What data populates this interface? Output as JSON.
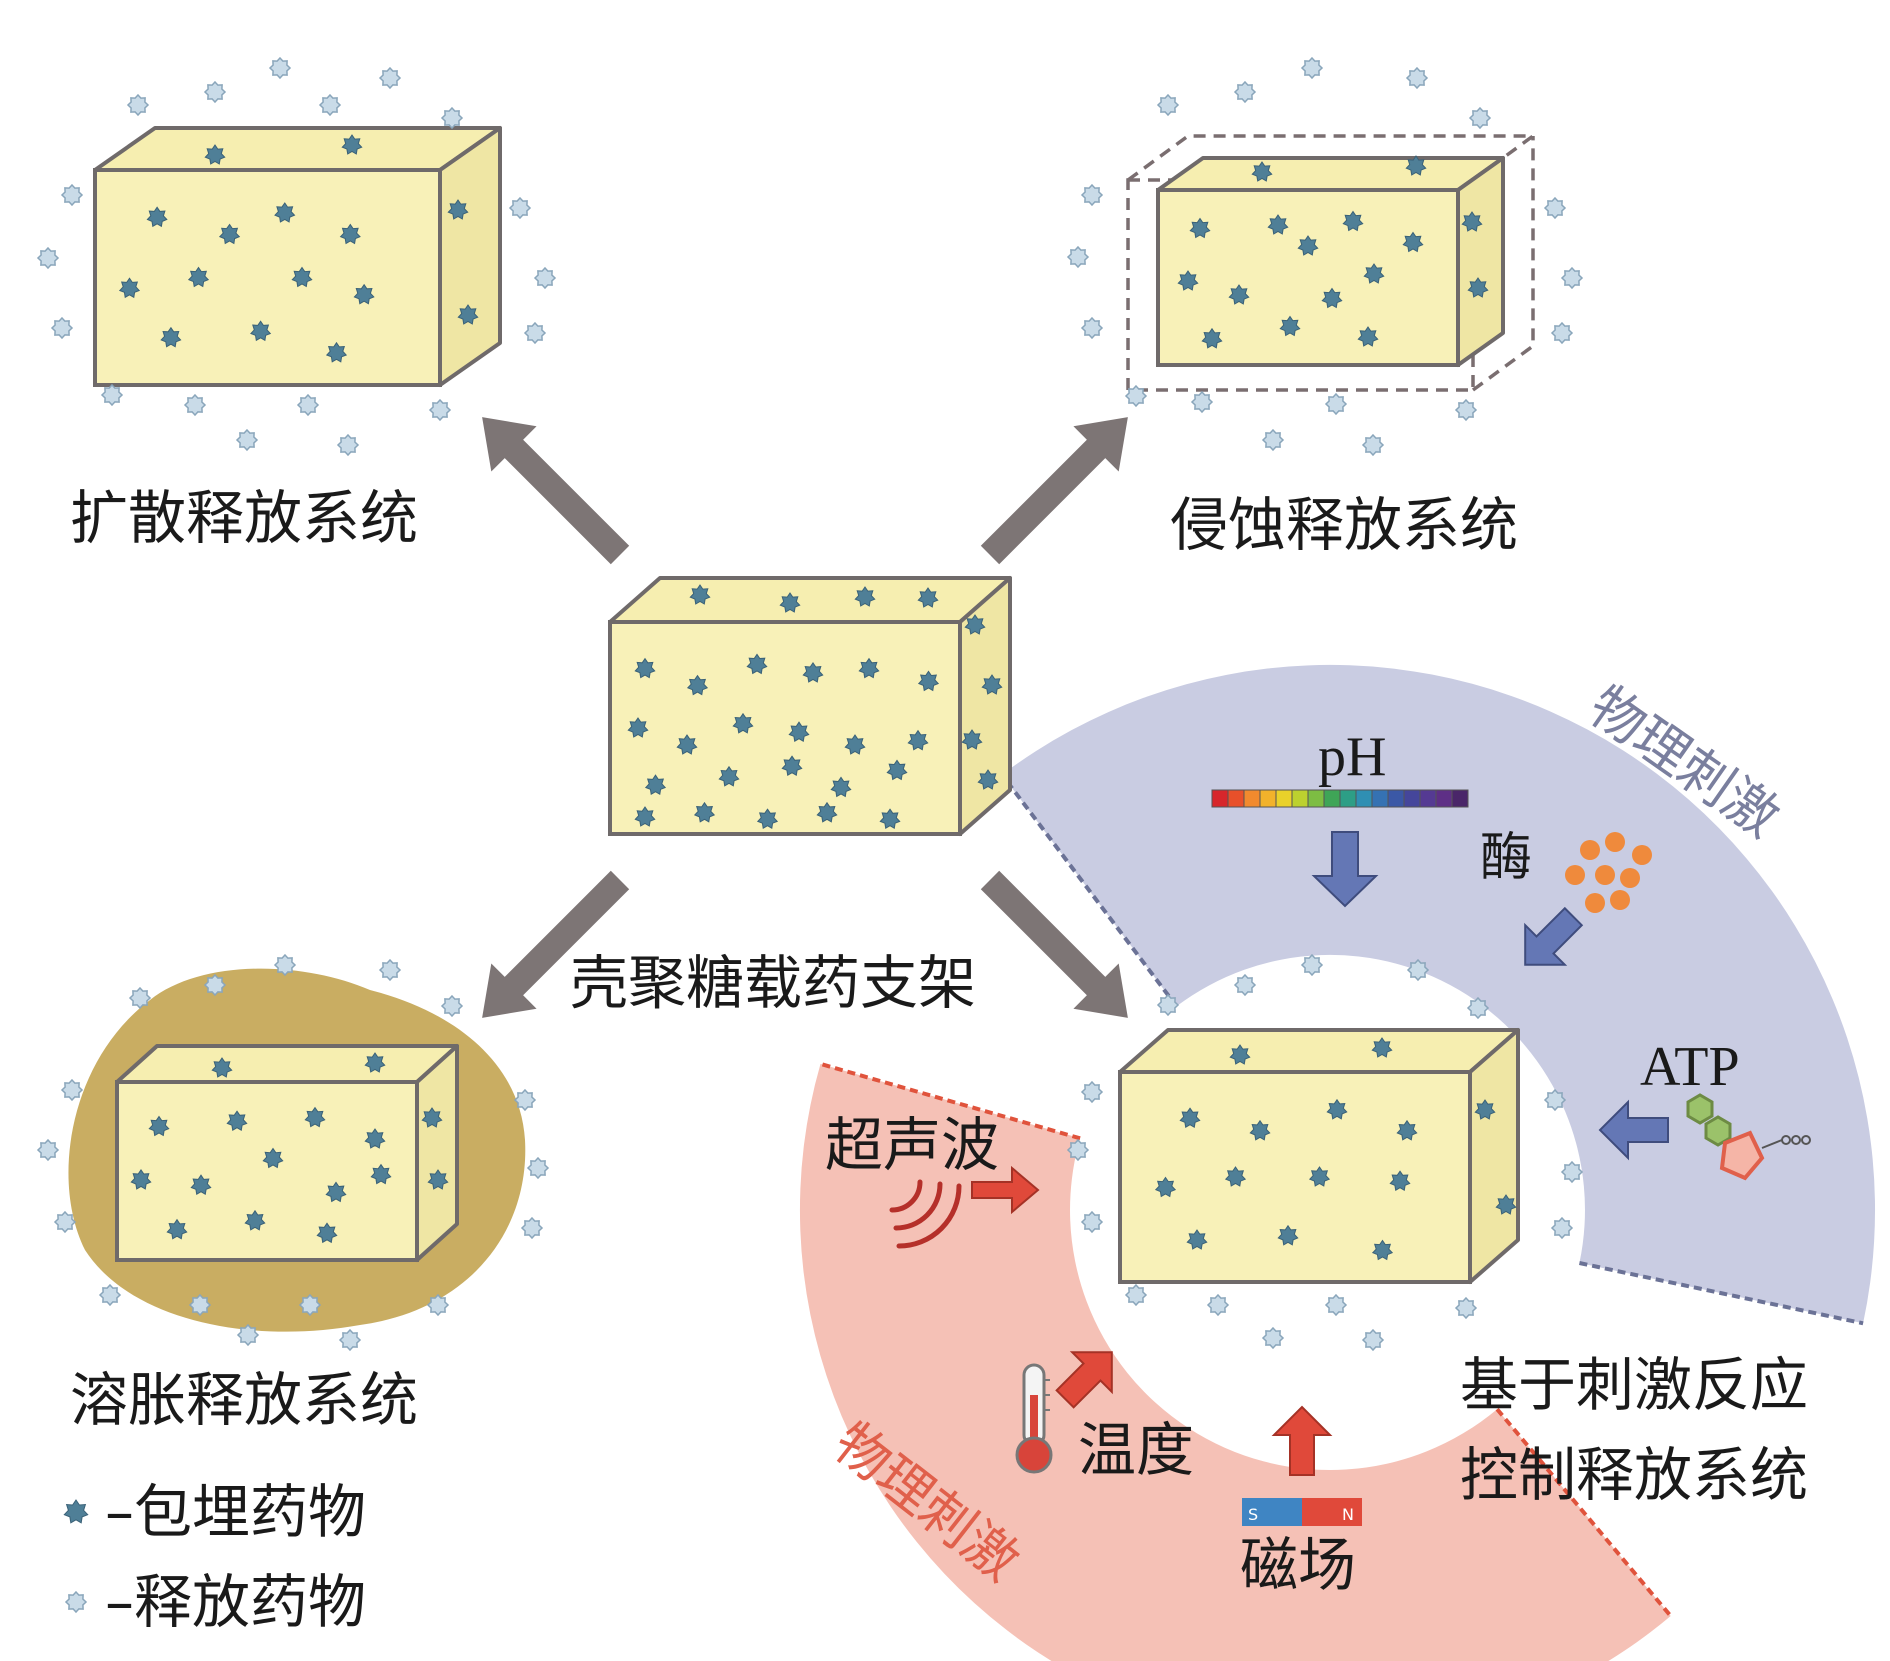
{
  "colors": {
    "cube_face": "#f8f1b8",
    "cube_top": "#f6eeb0",
    "cube_side": "#efe6a4",
    "cube_edge": "#6f6a6a",
    "embedded_drug": "#4f7f97",
    "released_drug": "#c9dbe8",
    "released_drug_stroke": "#8aa6bb",
    "arrow_gray": "#7d7575",
    "swelling_blob": "#c9ad62",
    "physical_band": "#c9cce2",
    "physical_band_edge": "#6b7296",
    "chemical_band": "#f5c1b6",
    "chemical_band_edge": "#e0533c",
    "band_label_blue": "#7a7f9e",
    "band_label_red": "#e0604b",
    "down_arrow_blue": "#6477b5",
    "stimulus_arrow_red": "#e0493a",
    "enzyme_dot": "#ef8a3c"
  },
  "titles": {
    "diffusion": "扩散释放系统",
    "erosion": "侵蚀释放系统",
    "swelling": "溶胀释放系统",
    "center": "壳聚糖载药支架",
    "stimuli_line1": "基于刺激反应",
    "stimuli_line2": "控制释放系统"
  },
  "stimuli": {
    "upper_band_label": "物理刺激",
    "lower_band_label": "物理刺激",
    "ph": "pH",
    "enzyme": "酶",
    "atp": "ATP",
    "ultrasound": "超声波",
    "temperature": "温度",
    "magnetic": "磁场",
    "magnet_s": "S",
    "magnet_n": "N"
  },
  "legend": {
    "embedded": "–包埋药物",
    "released": "–释放药物"
  },
  "icons": {
    "embedded": "star-drug-icon",
    "released": "hexagon-drug-icon",
    "thermometer": "thermometer-icon",
    "magnet": "magnet-icon",
    "sound_waves": "sound-wave-icon",
    "ph_scale": "ph-scale-icon",
    "enzyme": "enzyme-dots-icon",
    "atp": "atp-molecule-icon"
  },
  "ph_scale_colors": [
    "#d7262b",
    "#e8502a",
    "#f28a2e",
    "#f2b22b",
    "#e9d12a",
    "#bcd12f",
    "#7dbd43",
    "#3fa557",
    "#2d9e86",
    "#2f8fb3",
    "#3572b3",
    "#3b58a6",
    "#45469b",
    "#553a93",
    "#5e2f86",
    "#4a2669"
  ]
}
